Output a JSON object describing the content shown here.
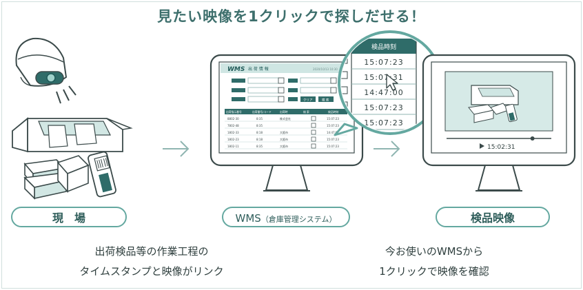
{
  "headline": "見たい映像を1クリックで探しだせる！",
  "labels": {
    "site": "現　場",
    "wms_main": "WMS",
    "wms_sub": "（倉庫管理システム）",
    "inspection_video": "検品映像"
  },
  "captions": {
    "left_line1": "出荷検品等の作業工程の",
    "left_line2": "タイムスタンプと映像がリンク",
    "right_line1": "今お使いのWMSから",
    "right_line2": "1クリックで映像を確認"
  },
  "wms_screen": {
    "logo": "WMS",
    "title": "出 荷 情 報",
    "header_date": "2020/10/13 10:30",
    "columns": [
      "出荷指示番号",
      "出荷番号/コード",
      "出荷時",
      "検 索",
      "検品時刻"
    ],
    "rows": [
      [
        "8802-30",
        "8:35",
        "株式会社",
        "",
        "15:07:23"
      ],
      [
        "7802-48",
        "8:35",
        "",
        "",
        "15:07:23"
      ],
      [
        "1802-33",
        "8:18",
        "大阪市",
        "",
        "14:47:00"
      ],
      [
        "1802-23",
        "8:18",
        "大阪市",
        "",
        "15:07:23"
      ],
      [
        "1802-11",
        "8:35",
        "大阪市",
        "",
        "15:07:23"
      ]
    ],
    "btn_clear": "クリア",
    "btn_search": "検 索"
  },
  "zoom": {
    "header": "検品時刻",
    "times": [
      "15:07:23",
      "15:07:31",
      "14:47:00",
      "15:07:23",
      "15:07:23"
    ]
  },
  "video": {
    "timestamp": "15:02:31",
    "progress": 0.82
  },
  "colors": {
    "accent": "#64a8a0",
    "teal_light": "#d8ebe8",
    "dark_teal": "#1f5a58",
    "screen_bg": "#cfe6e3",
    "outline": "#3b4a4a"
  }
}
